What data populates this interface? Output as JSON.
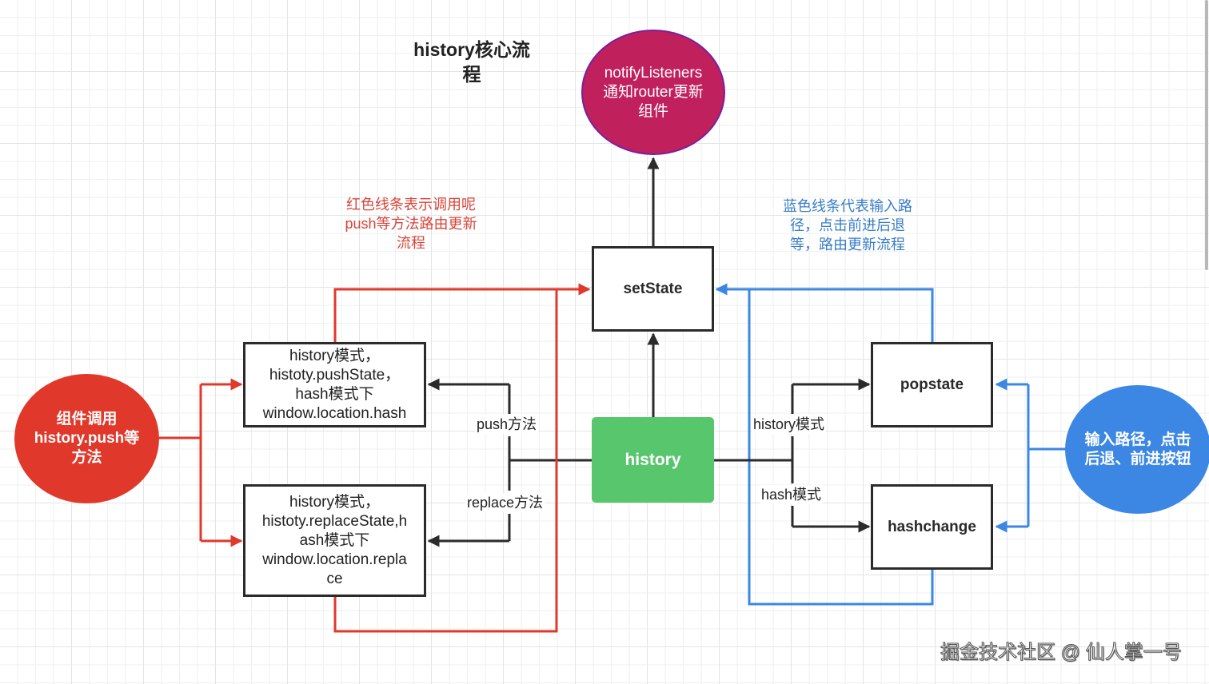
{
  "diagram": {
    "title": "history核心流\n程",
    "colors": {
      "red": "#e0392b",
      "blue": "#3b87e3",
      "black": "#2b2b2b",
      "green": "#58c66d",
      "magenta": "#c0215c",
      "caption_red": "#d9443a",
      "caption_blue": "#3a7ec7"
    },
    "nodes": {
      "notify": "notifyListeners\n通知router更新\n组件",
      "setstate": "setState",
      "history": "history",
      "push_box": "history模式，\nhistoty.pushState，\nhash模式下\nwindow.location.hash",
      "replace_box": "history模式，\nhistoty.replaceState,h\nash模式下\nwindow.location.repla\nce",
      "component_call": "组件调用\nhistory.push等\n方法",
      "popstate": "popstate",
      "hashchange": "hashchange",
      "user_input": "输入路径，点击\n后退、前进按钮"
    },
    "edge_labels": {
      "push_method": "push方法",
      "replace_method": "replace方法",
      "history_mode": "history模式",
      "hash_mode": "hash模式"
    },
    "captions": {
      "red_legend": "红色线条表示调用呢\npush等方法路由更新\n流程",
      "blue_legend": "蓝色线条代表输入路\n径，点击前进后退\n等，路由更新流程"
    },
    "edges": [
      {
        "from": "setState",
        "to": "notifyListeners",
        "color": "black"
      },
      {
        "from": "history",
        "to": "setState",
        "color": "black"
      },
      {
        "from": "history",
        "to": "pushState-box",
        "label": "push方法",
        "color": "black"
      },
      {
        "from": "history",
        "to": "replaceState-box",
        "label": "replace方法",
        "color": "black"
      },
      {
        "from": "history",
        "to": "popstate",
        "label": "history模式",
        "color": "black"
      },
      {
        "from": "history",
        "to": "hashchange",
        "label": "hash模式",
        "color": "black"
      },
      {
        "from": "组件调用",
        "to": "pushState-box",
        "color": "red"
      },
      {
        "from": "组件调用",
        "to": "replaceState-box",
        "color": "red"
      },
      {
        "from": "pushState-box",
        "to": "setState",
        "color": "red"
      },
      {
        "from": "replaceState-box",
        "to": "setState",
        "color": "red"
      },
      {
        "from": "输入路径",
        "to": "popstate",
        "color": "blue"
      },
      {
        "from": "输入路径",
        "to": "hashchange",
        "color": "blue"
      },
      {
        "from": "popstate",
        "to": "setState",
        "color": "blue"
      },
      {
        "from": "hashchange",
        "to": "setState",
        "color": "blue"
      }
    ],
    "watermark": "掘金技术社区 @ 仙人掌一号"
  }
}
